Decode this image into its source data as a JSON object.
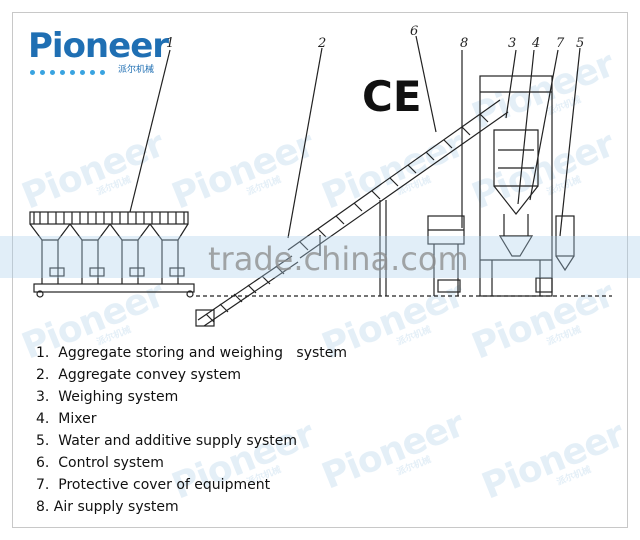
{
  "logo": {
    "text": "Pioneer",
    "sub": "派尔机械"
  },
  "certification": "CE",
  "watermark": {
    "text": "Pioneer",
    "sub": "派尔机械"
  },
  "overlay_watermark": "trade.china.com",
  "callouts": [
    "1",
    "2",
    "6",
    "8",
    "3",
    "4",
    "7",
    "5"
  ],
  "legend": [
    "1.  Aggregate storing and weighing   system",
    "2.  Aggregate convey system",
    "3.  Weighing system",
    "4.  Mixer",
    "5.  Water and additive supply system",
    "6.  Control system",
    "7.  Protective cover of equipment",
    "8. Air supply system"
  ],
  "colors": {
    "brand": "#1f6fb3",
    "brand_dot": "#39a3e0",
    "line": "#222222"
  }
}
